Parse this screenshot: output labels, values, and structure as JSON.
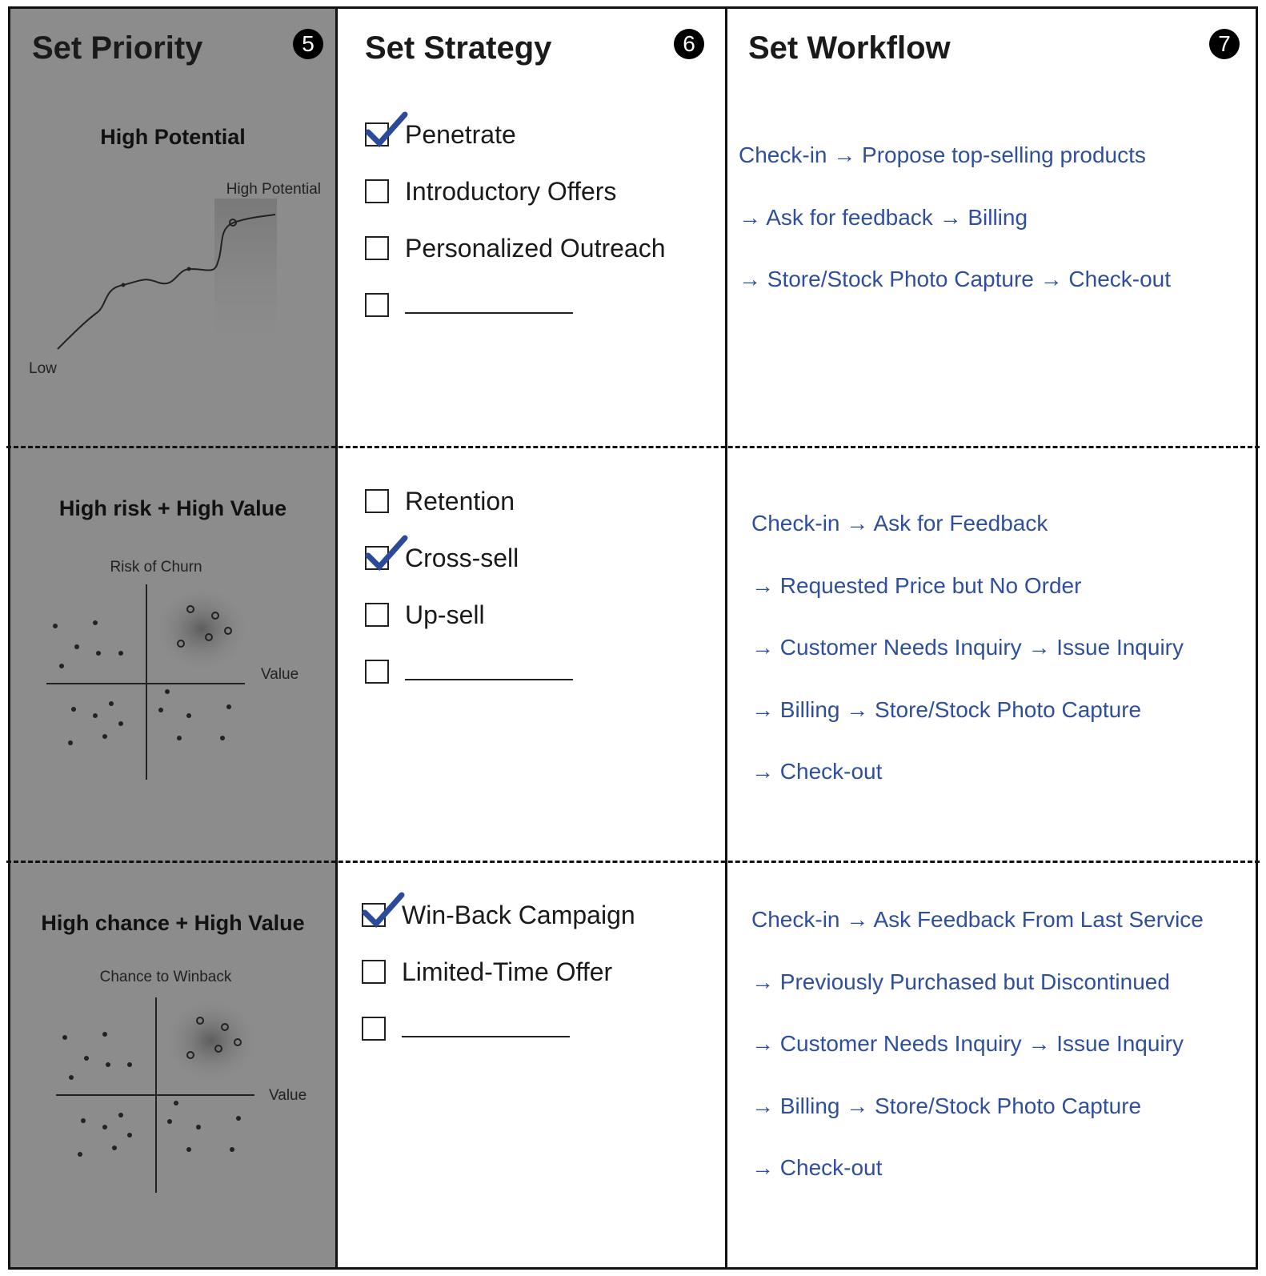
{
  "columns": {
    "priority": {
      "title": "Set Priority",
      "badge": "5"
    },
    "strategy": {
      "title": "Set Strategy",
      "badge": "6"
    },
    "workflow": {
      "title": "Set Workflow",
      "badge": "7"
    }
  },
  "priority_sections": [
    {
      "title": "High Potential",
      "chart_label_top": "High Potential",
      "chart_label_bottom": "Low"
    },
    {
      "title": "High risk + High Value",
      "axis_y": "Risk of Churn",
      "axis_x": "Value"
    },
    {
      "title": "High chance + High Value",
      "axis_y": "Chance to Winback",
      "axis_x": "Value"
    }
  ],
  "strategy_groups": [
    {
      "options": [
        {
          "label": "Penetrate",
          "checked": true
        },
        {
          "label": "Introductory Offers",
          "checked": false
        },
        {
          "label": "Personalized Outreach",
          "checked": false
        },
        {
          "label": "",
          "checked": false,
          "blank": true
        }
      ]
    },
    {
      "options": [
        {
          "label": "Retention",
          "checked": false
        },
        {
          "label": "Cross-sell",
          "checked": true
        },
        {
          "label": "Up-sell",
          "checked": false
        },
        {
          "label": "",
          "checked": false,
          "blank": true
        }
      ]
    },
    {
      "options": [
        {
          "label": "Win-Back Campaign",
          "checked": true
        },
        {
          "label": "Limited-Time Offer",
          "checked": false
        },
        {
          "label": "",
          "checked": false,
          "blank": true
        }
      ]
    }
  ],
  "workflows": [
    {
      "lines": [
        "Check-in → Propose top-selling products",
        "→ Ask for feedback →  Billing",
        "→ Store/Stock Photo Capture → Check-out"
      ]
    },
    {
      "lines": [
        "Check-in → Ask for Feedback",
        "→ Requested Price but No Order",
        "→ Customer Needs Inquiry → Issue Inquiry",
        "→  Billing → Store/Stock Photo Capture",
        "→ Check-out"
      ]
    },
    {
      "lines": [
        "Check-in → Ask Feedback From Last Service",
        "→ Previously Purchased but Discontinued",
        "→ Customer Needs Inquiry → Issue Inquiry",
        "→ Billing → Store/Stock Photo Capture",
        "→ Check-out"
      ]
    }
  ],
  "colors": {
    "accent": "#2f4f9e",
    "priority_bg": "#8c8c8c",
    "check": "#2b4a9a"
  }
}
